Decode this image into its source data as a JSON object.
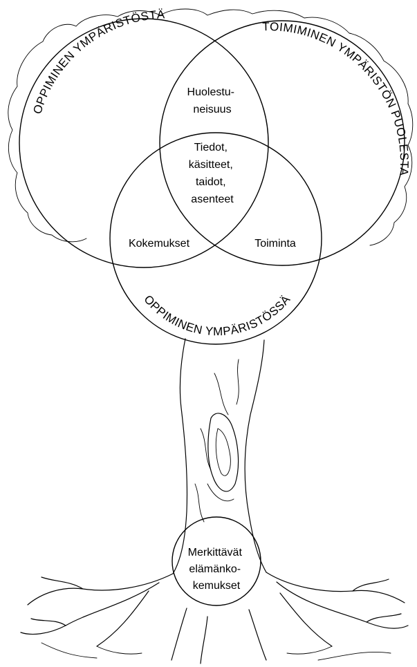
{
  "circles": {
    "left": "OPPIMINEN YMPÄRISTÖSTÄ",
    "right": "TOIMIMINEN YMPÄRISTÖN PUOLESTA",
    "bottom": "OPPIMINEN YMPÄRISTÖSSÄ"
  },
  "regions": {
    "top_line1": "Huolestu-",
    "top_line2": "neisuus",
    "center_line1": "Tiedot,",
    "center_line2": "käsitteet,",
    "center_line3": "taidot,",
    "center_line4": "asenteet",
    "left": "Kokemukset",
    "right": "Toiminta"
  },
  "roots": {
    "line1": "Merkittävät",
    "line2": "elämänko-",
    "line3": "kemukset"
  }
}
